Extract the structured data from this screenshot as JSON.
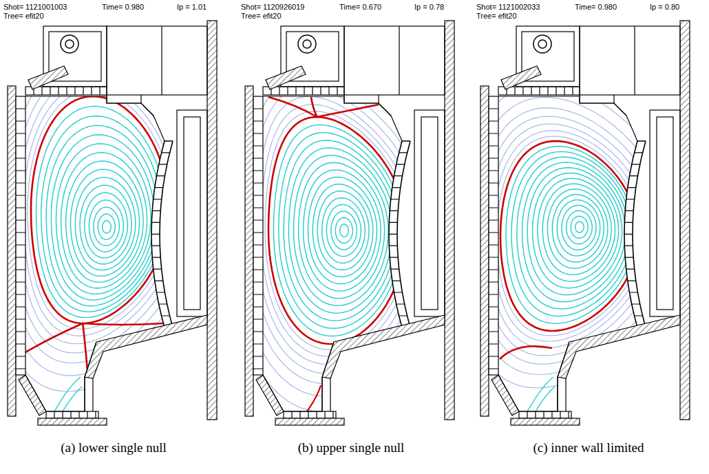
{
  "diagram": {
    "labels": [
      "Shot= 1121001003",
      "Time= 0.980",
      "Ip = 1.01",
      "Tree= efit20",
      "Shot= 1120926019",
      "Time= 0.670",
      "Ip = 0.78",
      "Tree= efit20",
      "Shot= 1121002033",
      "Time= 0.980",
      "Ip = 0.80",
      "Tree= efit20",
      "(a) lower single null",
      "(b) upper single null",
      "(c) inner wall limited"
    ]
  }
}
